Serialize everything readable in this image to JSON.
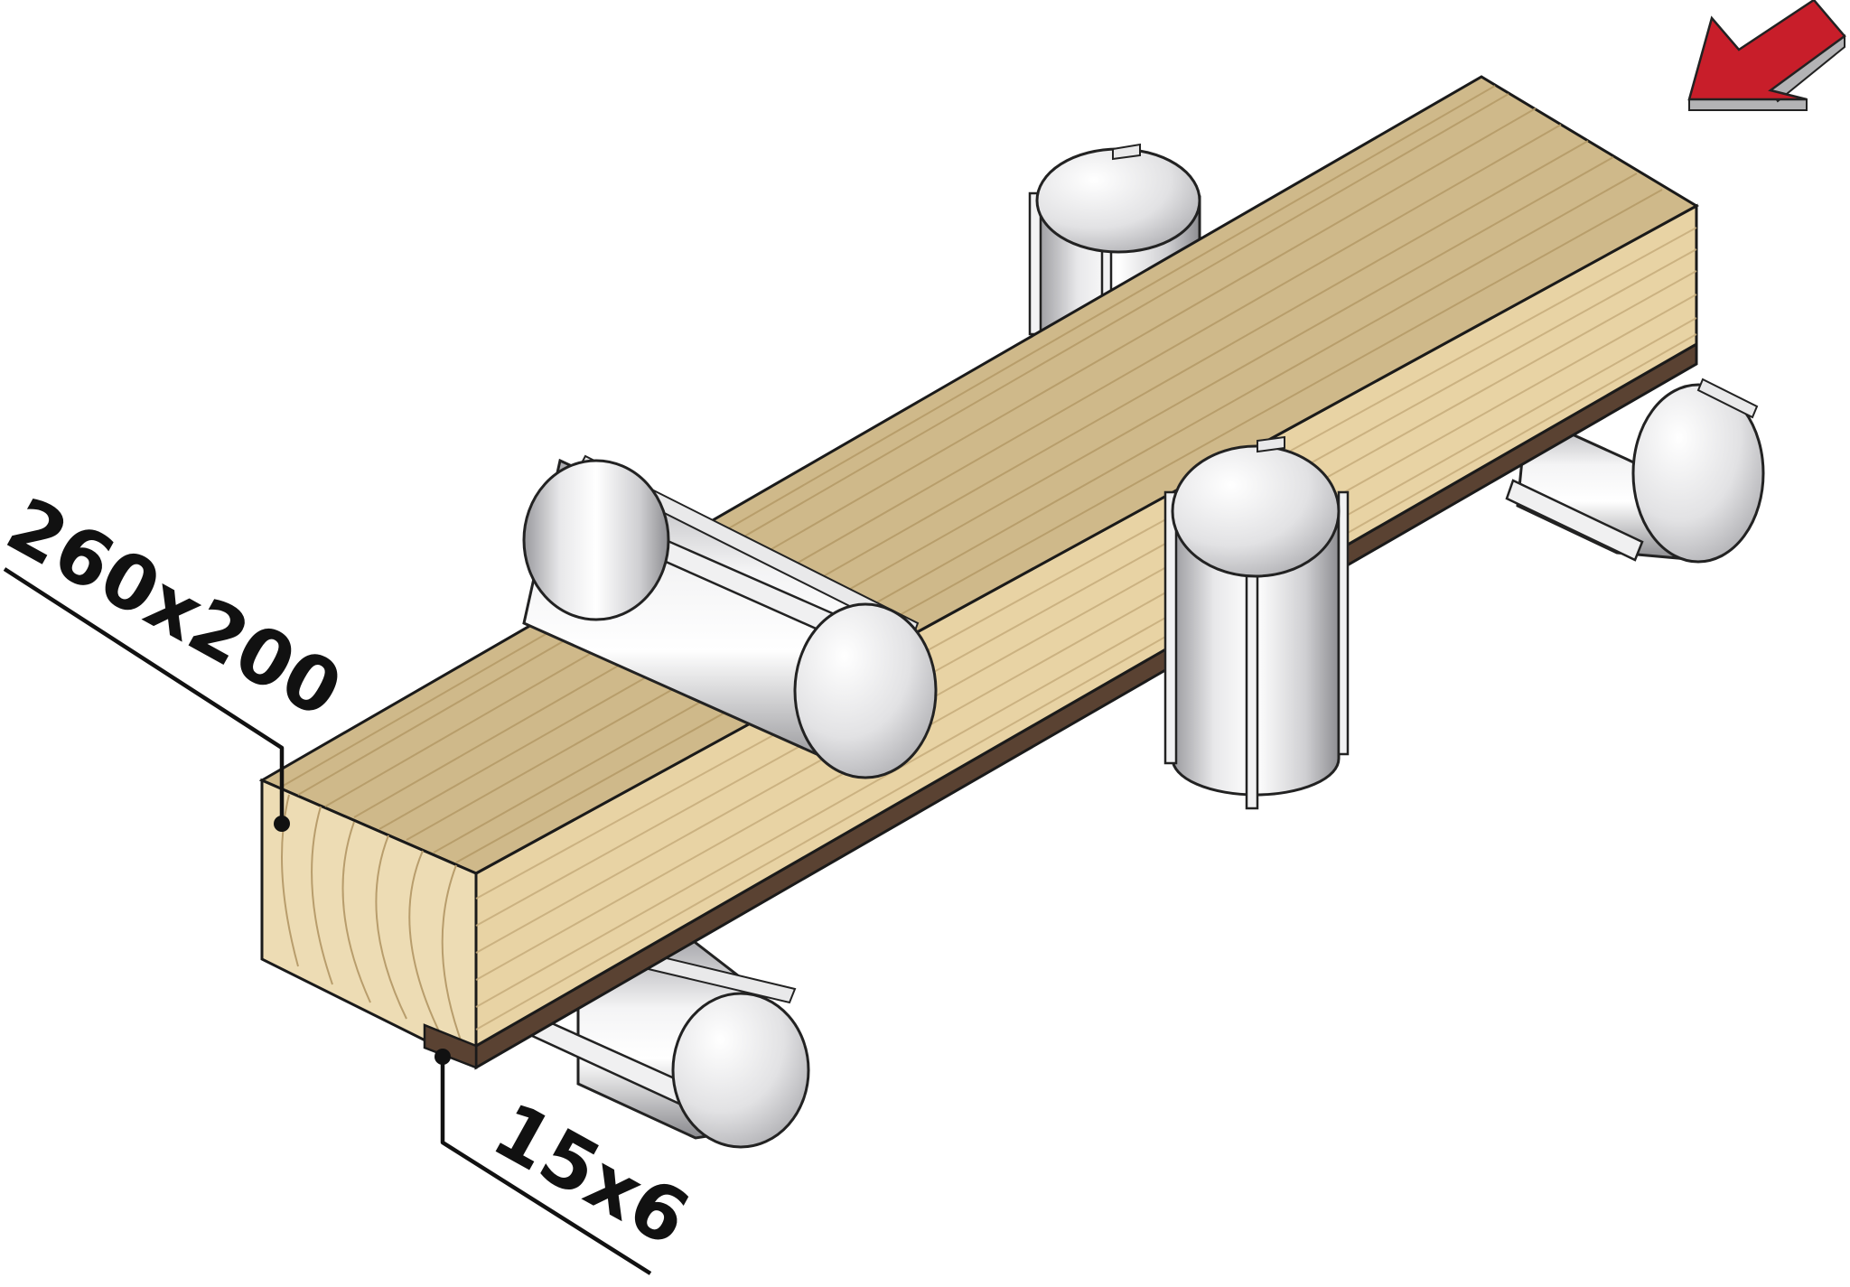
{
  "diagram": {
    "type": "isometric woodworking machine illustration",
    "labels": {
      "workpiece_section": "260x200",
      "strip_section": "15x6"
    },
    "feed_arrow_color": "#c81e2a",
    "wood_top_color": "#cfb98a",
    "wood_end_color": "#eddcb4",
    "strip_color": "#5a4232",
    "roller_color": "#e4e4e6"
  }
}
